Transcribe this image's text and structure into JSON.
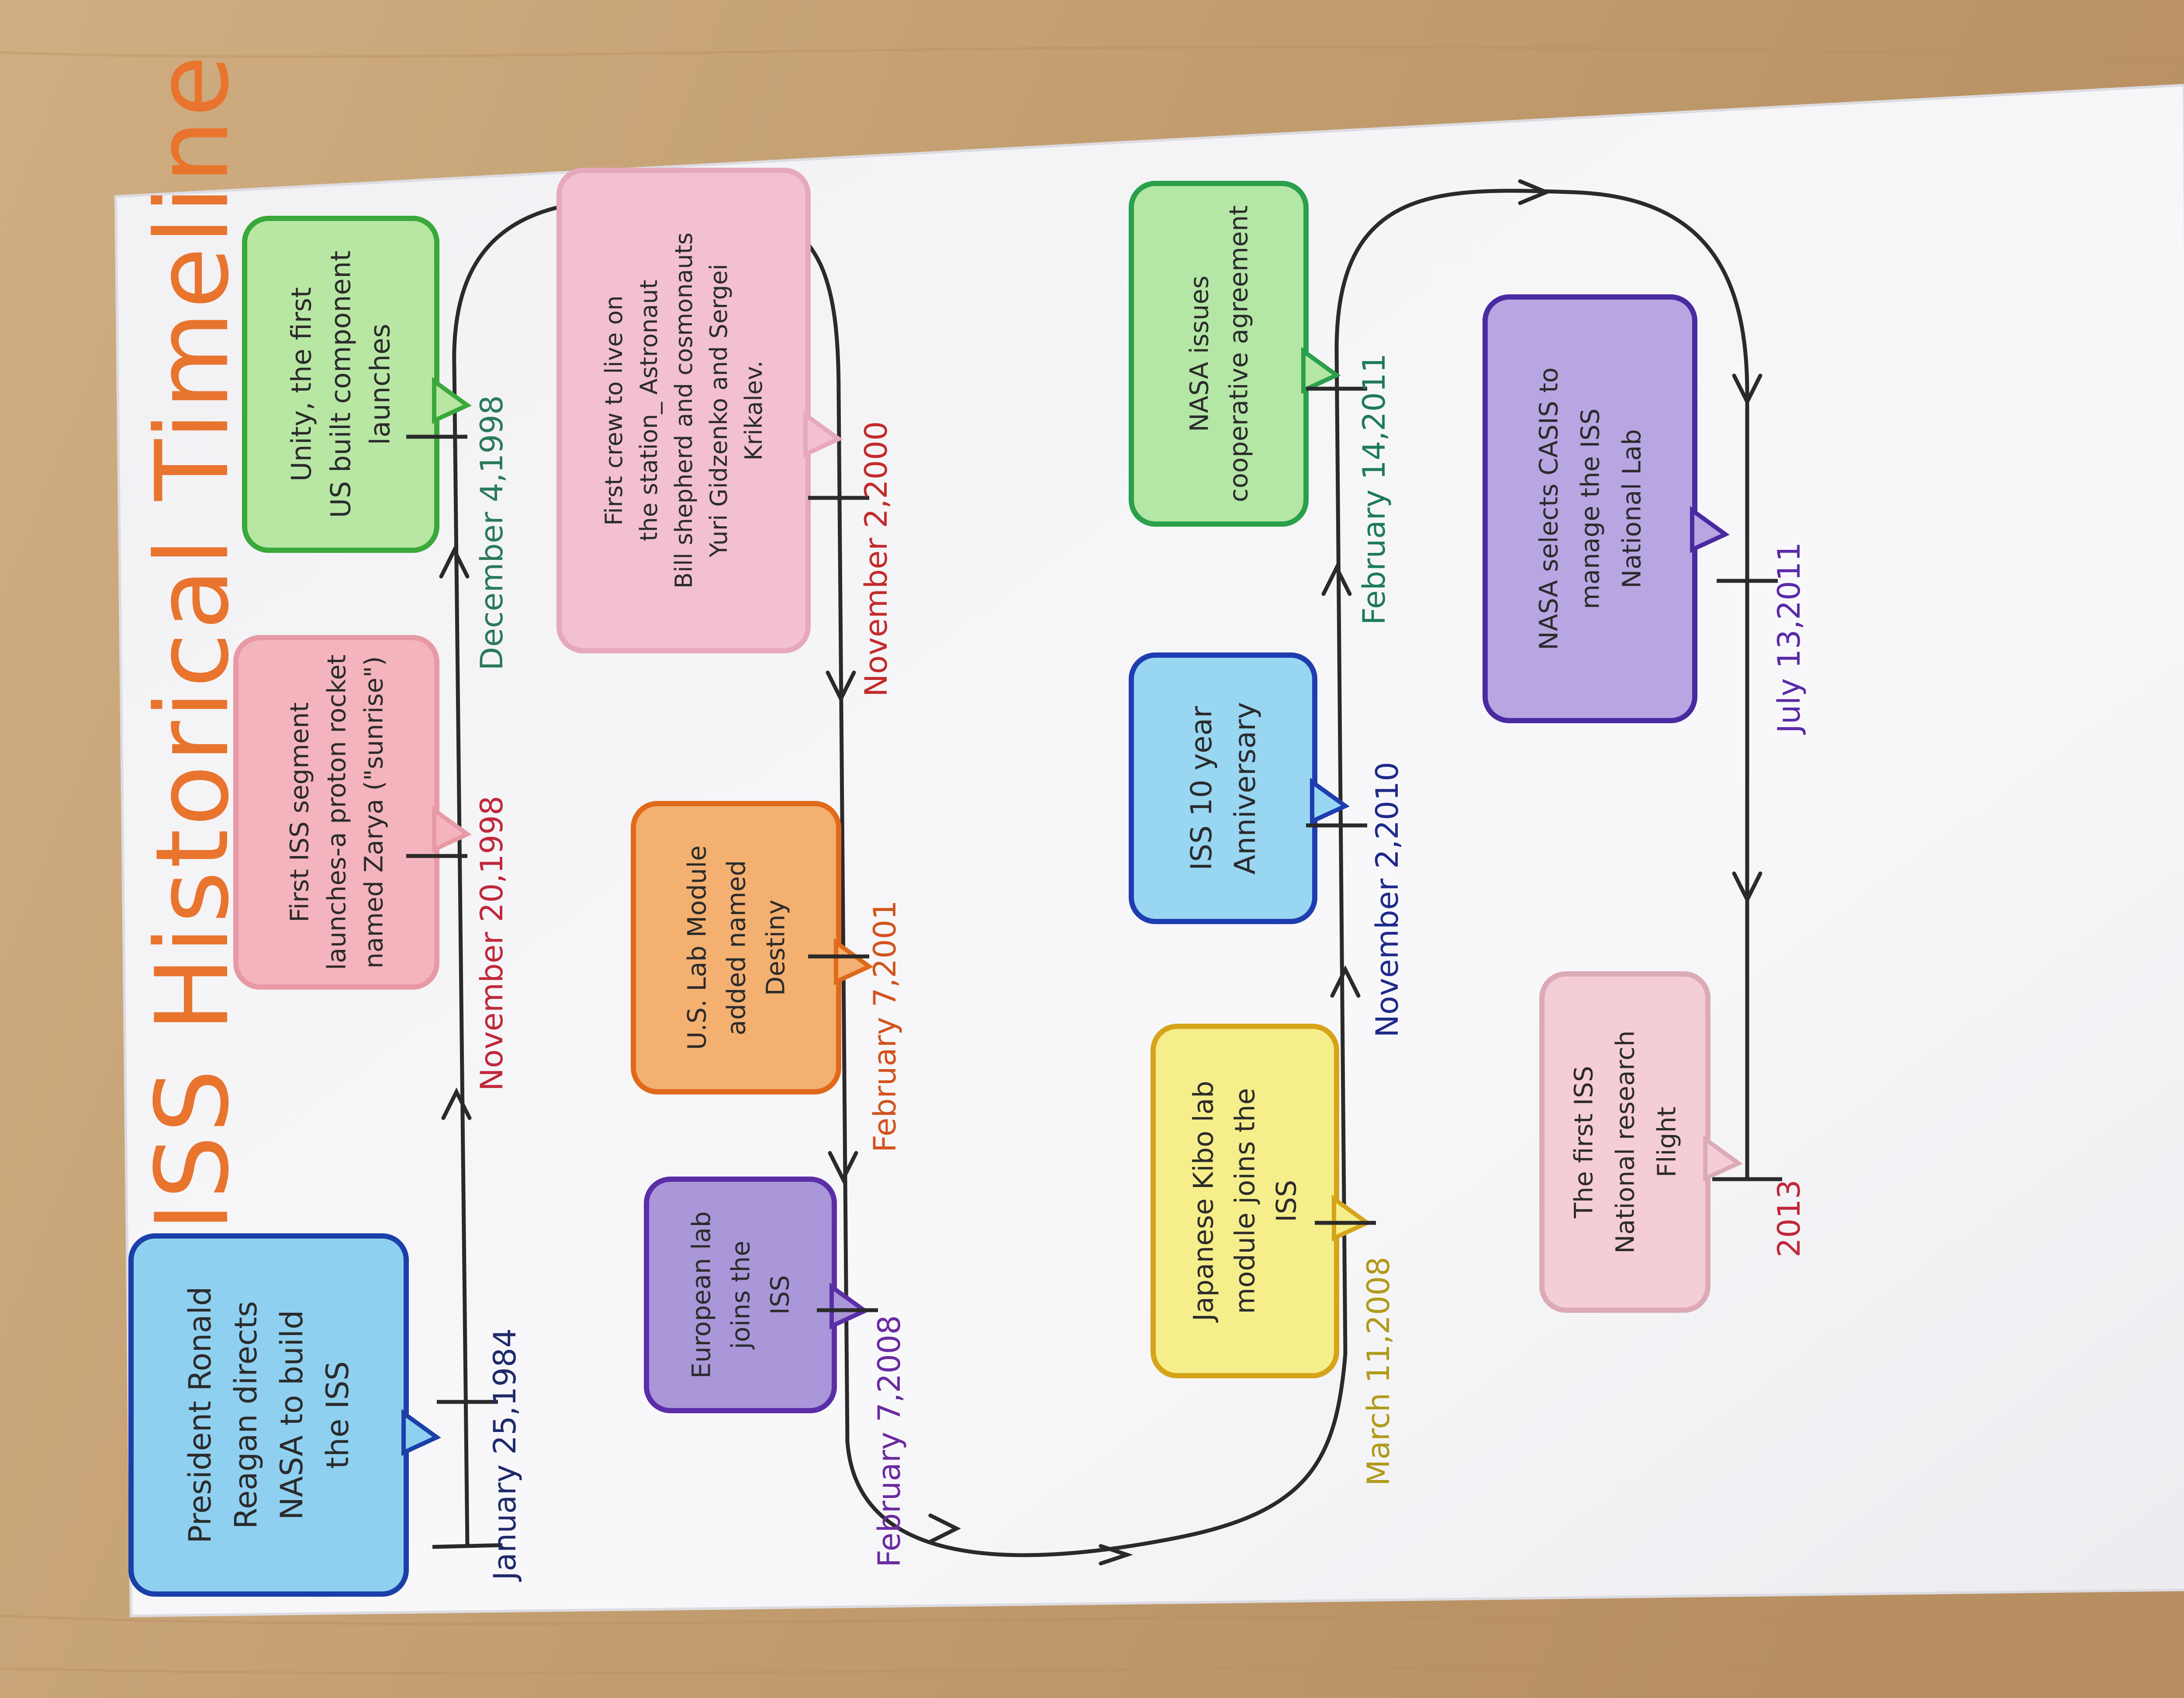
{
  "poster": {
    "title": "ISS Historical Timeline"
  },
  "events": [
    {
      "date": "January 25,1984",
      "text": [
        "President Ronald",
        "Reagan directs",
        "NASA to build",
        "the ISS"
      ],
      "fill": "#8fd0f0",
      "stroke": "#1b3fa8",
      "date_color": "#1f2a6b"
    },
    {
      "date": "November 20,1998",
      "text": [
        "First ISS segment",
        "launches-a proton rocket",
        "named Zarya (\"sunrise\")"
      ],
      "fill": "#f4b4bd",
      "stroke": "#e79aa6",
      "date_color": "#c0283a"
    },
    {
      "date": "December 4,1998",
      "text": [
        "Unity, the first",
        "US built component",
        "launches"
      ],
      "fill": "#b8e7a4",
      "stroke": "#3aa83a",
      "date_color": "#2a7a5a"
    },
    {
      "date": "November 2,2000",
      "text": [
        "First crew to live on",
        "the station_ Astronaut",
        "Bill shepherd and cosmonauts",
        "Yuri Gidzenko and Sergei",
        "Krikalev."
      ],
      "fill": "#f2c0d0",
      "stroke": "#e6a8bc",
      "date_color": "#c42a2a"
    },
    {
      "date": "February 7,2001",
      "text": [
        "U.S. Lab Module",
        "added named",
        "Destiny"
      ],
      "fill": "#f3b070",
      "stroke": "#e06a1a",
      "date_color": "#d2531d"
    },
    {
      "date": "February 7,2008",
      "text": [
        "European lab",
        "joins the",
        "ISS"
      ],
      "fill": "#a997d9",
      "stroke": "#5b2ea8",
      "date_color": "#6a2aa0"
    },
    {
      "date": "March 11,2008",
      "text": [
        "Japanese Kibo lab",
        "module joins the",
        "ISS"
      ],
      "fill": "#f6ee8a",
      "stroke": "#d6a41a",
      "date_color": "#b09a1a"
    },
    {
      "date": "November 2,2010",
      "text": [
        "ISS 10 year",
        "Anniversary"
      ],
      "fill": "#98d6f2",
      "stroke": "#1f3db0",
      "date_color": "#1f2a8a"
    },
    {
      "date": "February 14,2011",
      "text": [
        "NASA issues",
        "cooperative agreement"
      ],
      "fill": "#b4e6a6",
      "stroke": "#2aa04a",
      "date_color": "#1f7a5a"
    },
    {
      "date": "July 13,2011",
      "text": [
        "NASA selects CASIS to",
        "manage the ISS",
        "National Lab"
      ],
      "fill": "#b8a6e2",
      "stroke": "#4a2aa0",
      "date_color": "#5a2aa8"
    },
    {
      "date": "2013",
      "text": [
        "The first ISS",
        "National research",
        "Flight"
      ],
      "fill": "#f4cdd6",
      "stroke": "#dcaab6",
      "date_color": "#c0283a"
    }
  ],
  "colors": {
    "desk": "#c8a57a",
    "paper": "#f7f7f9",
    "line": "#2a2a2a",
    "title_iss": "#e05a2a",
    "title_rest": "#e8742e"
  }
}
